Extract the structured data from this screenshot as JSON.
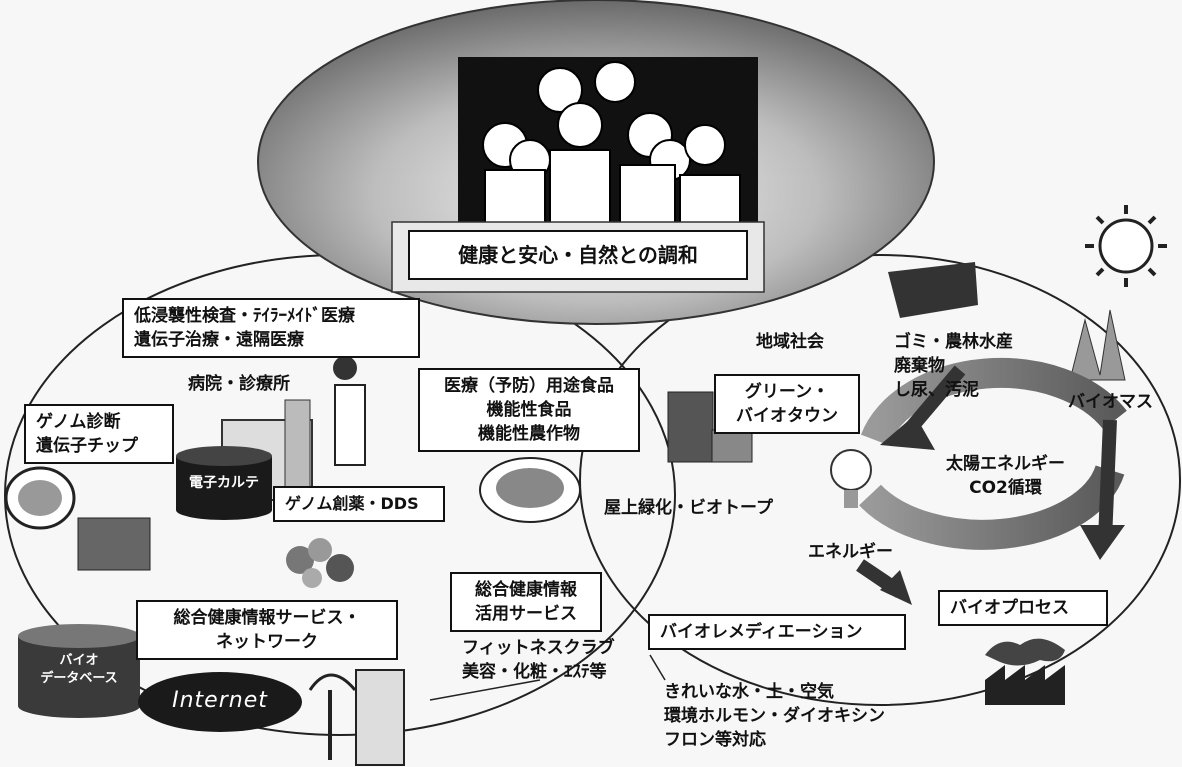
{
  "central": {
    "title": "健康と安心・自然との調和"
  },
  "left": {
    "low_invasive_l1": "低浸襲性検査・ﾃｲﾗｰﾒｲﾄﾞ医療",
    "low_invasive_l2": "遺伝子治療・遠隔医療",
    "hospital": "病院・診療所",
    "genome_dx_l1": "ゲノム診断",
    "genome_dx_l2": "遺伝子チップ",
    "ehr": "電子カルテ",
    "drug": "ゲノム創薬・DDS",
    "food_l1": "医療（予防）用途食品",
    "food_l2": "機能性食品",
    "food_l3": "機能性農作物",
    "network_l1": "総合健康情報サービス・",
    "network_l2": "ネットワーク",
    "bio_db_l1": "バイオ",
    "bio_db_l2": "データベース",
    "internet": "Internet"
  },
  "middle": {
    "health_service_l1": "総合健康情報",
    "health_service_l2": "活用サービス",
    "fitness_l1": "フィットネスクラブ",
    "fitness_l2": "美容・化粧・ｴｽﾃ等",
    "rooftop": "屋上緑化・ビオトープ"
  },
  "right": {
    "community": "地域社会",
    "green_l1": "グリーン・",
    "green_l2": "バイオタウン",
    "waste_l1": "ゴミ・農林水産",
    "waste_l2": "廃棄物",
    "waste_l3": "し尿、汚泥",
    "biomass": "バイオマス",
    "solar_l1": "太陽エネルギー",
    "solar_l2": "CO2循環",
    "energy": "エネルギー",
    "bioprocess": "バイオプロセス",
    "remediation": "バイオレメディエーション",
    "water_l1": "きれいな水・土・空気",
    "water_l2": "環境ホルモン・ダイオキシン",
    "water_l3": "フロン等対応"
  }
}
